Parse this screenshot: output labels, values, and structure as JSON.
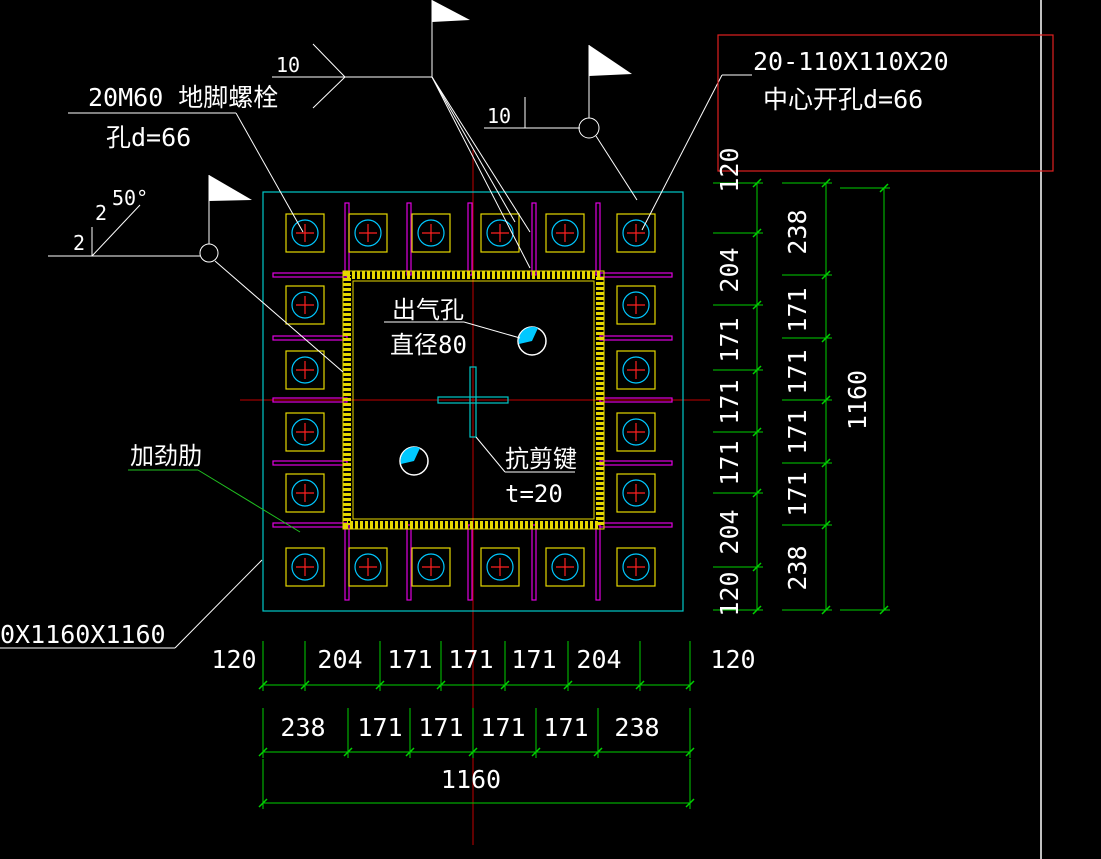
{
  "colors": {
    "background": "#000000",
    "plate_outline": "#00c8c8",
    "washer": "#e6d800",
    "bolt_circle": "#00c8ff",
    "center_cross": "#ff2020",
    "stiffener": "#e000e0",
    "column_hatch": "#e6d800",
    "dimension": "#00d000",
    "text": "#ffffff",
    "callout_box": "#e02020",
    "annotation_line": "#ffffff",
    "leader_green": "#20c020",
    "axis_line": "#c00000"
  },
  "labels": {
    "anchor_bolt_line1": "20M60 地脚螺栓",
    "anchor_bolt_line2": "孔d=66",
    "washer_line1": "20-110X110X20",
    "washer_line2": "中心开孔d=66",
    "weld_top_left": "10",
    "weld_top_right": "10",
    "weld_groove_a": "2",
    "weld_groove_b": "2",
    "weld_angle": "50°",
    "vent_line1": "出气孔",
    "vent_line2": "直径80",
    "shear_key_line1": "抗剪键",
    "shear_key_line2": "t=20",
    "stiffener": "加劲肋",
    "plate_size": "0X1160X1160"
  },
  "dimensions": {
    "bottom_row1": [
      "120",
      "204",
      "171",
      "171",
      "171",
      "204",
      "120"
    ],
    "bottom_row2": [
      "238",
      "171",
      "171",
      "171",
      "171",
      "238"
    ],
    "bottom_total": "1160",
    "right_col1": [
      "120",
      "204",
      "171",
      "171",
      "171",
      "204",
      "120"
    ],
    "right_col2": [
      "238",
      "171",
      "171",
      "171",
      "171",
      "238"
    ],
    "right_total": "1160"
  }
}
